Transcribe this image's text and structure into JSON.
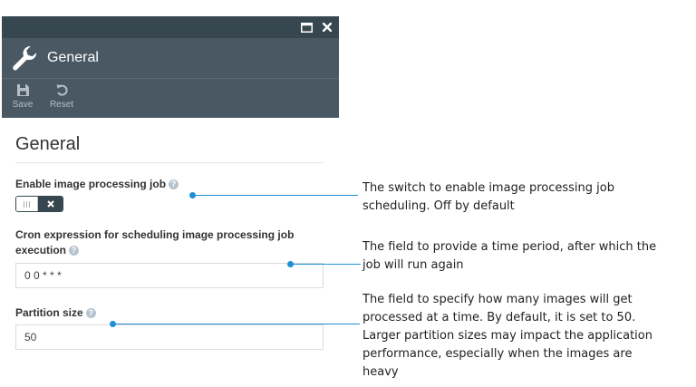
{
  "window": {
    "maximize_icon": "maximize-icon",
    "close_icon": "close-icon"
  },
  "header": {
    "icon": "wrench-icon",
    "title": "General"
  },
  "toolbar": {
    "save_label": "Save",
    "reset_label": "Reset"
  },
  "form": {
    "section_title": "General",
    "enable_label": "Enable image processing job",
    "enable_value": "off",
    "cron_label_line1": "Cron expression for scheduling image processing job",
    "cron_label_line2": "execution",
    "cron_value": "0 0 * * *",
    "partition_label": "Partition size",
    "partition_value": "50",
    "help_glyph": "?"
  },
  "callouts": {
    "enable": [
      "The switch to enable image processing job",
      "scheduling. Off by default"
    ],
    "cron": [
      "The field to provide a time period, after which the",
      "job will run again"
    ],
    "partition": [
      "The field to specify how many images will get",
      "processed at a time. By default, it is set to 50.",
      "Larger partition sizes may impact the application",
      "performance, especially when the images are",
      "heavy"
    ]
  },
  "colors": {
    "titlebar": "#37474f",
    "header": "#4a5863",
    "accent": "#1e90d6"
  }
}
